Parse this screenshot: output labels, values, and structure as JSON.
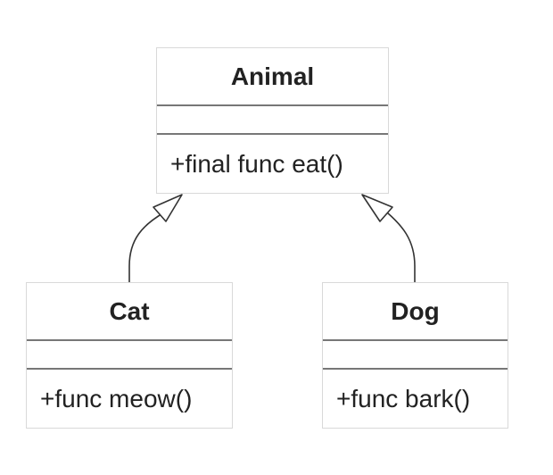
{
  "diagram": {
    "classes": [
      {
        "id": "animal",
        "name": "Animal",
        "attributes": [],
        "methods": [
          "+final func eat()"
        ]
      },
      {
        "id": "cat",
        "name": "Cat",
        "attributes": [],
        "methods": [
          "+func meow()"
        ]
      },
      {
        "id": "dog",
        "name": "Dog",
        "attributes": [],
        "methods": [
          "+func bark()"
        ]
      }
    ],
    "relations": [
      {
        "type": "inheritance",
        "from": "Cat",
        "to": "Animal"
      },
      {
        "type": "inheritance",
        "from": "Dog",
        "to": "Animal"
      }
    ],
    "colors": {
      "border": "#d9d9d9",
      "divider": "#777777",
      "text": "#222222",
      "edge": "#333333"
    }
  }
}
